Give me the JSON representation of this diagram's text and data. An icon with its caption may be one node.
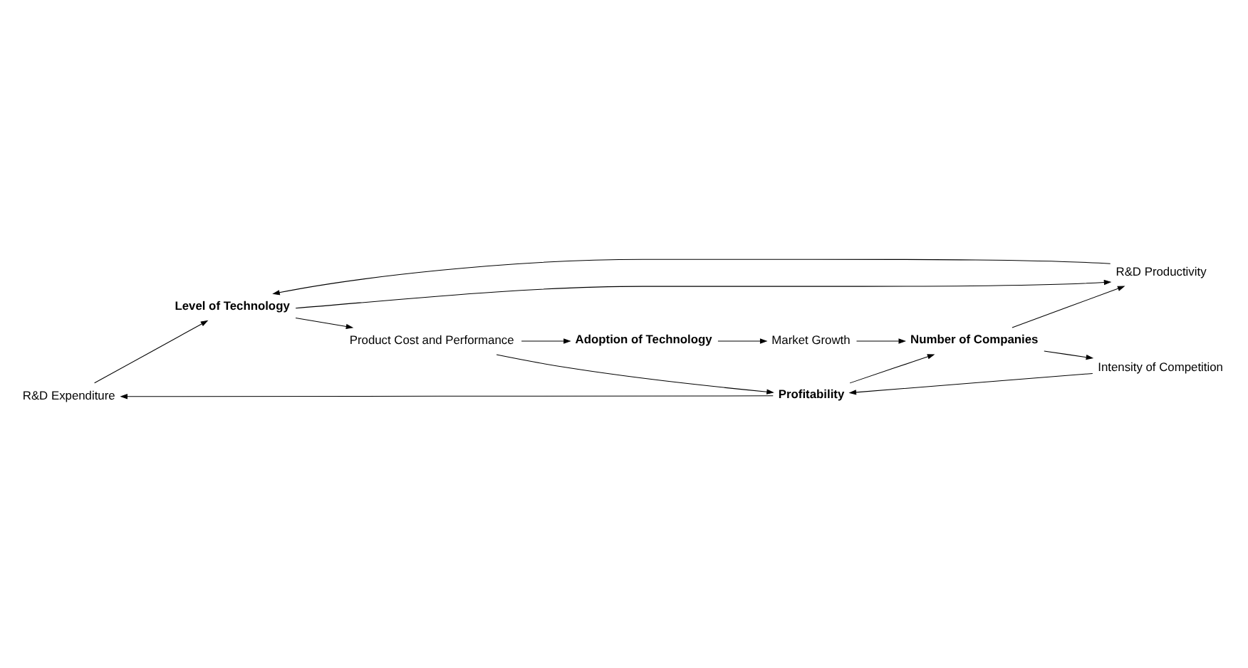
{
  "diagram": {
    "nodes": [
      {
        "text": [
          "R&D Expenditure"
        ]
      },
      {
        "text": [
          "Market Growth"
        ]
      },
      {
        "text": [
          "Number of Companies"
        ]
      },
      {
        "text": [
          "R&D Productivity"
        ]
      },
      {
        "text": [
          "Profitability"
        ]
      },
      {
        "text": [
          "Level of Technology"
        ]
      },
      {
        "text": [
          "Intensity of Competition"
        ]
      },
      {
        "text": [
          "Adoption of Technology"
        ]
      },
      {
        "text": [
          "Product Cost and Performance"
        ]
      }
    ],
    "edges": [
      {
        "from": 1,
        "to": 2,
        "arrow": "to"
      },
      {
        "from": 4,
        "to": 2,
        "arrow": "to"
      },
      {
        "from": 2,
        "to": 3,
        "arrow": "to"
      },
      {
        "from": 2,
        "to": 6,
        "arrow": "to"
      },
      {
        "from": 6,
        "to": 4,
        "arrow": "to"
      },
      {
        "from": 4,
        "to": 0,
        "arrow": "to"
      },
      {
        "from": 0,
        "to": 5,
        "arrow": "to"
      },
      {
        "from": 3,
        "to": 5,
        "arrow": "to"
      },
      {
        "from": 5,
        "to": 3,
        "arrow": "to"
      },
      {
        "from": 5,
        "to": 8,
        "arrow": "to"
      },
      {
        "from": 8,
        "to": 4,
        "arrow": "to"
      },
      {
        "from": 8,
        "to": 7,
        "arrow": "to"
      },
      {
        "from": 7,
        "to": 1,
        "arrow": "to"
      }
    ]
  }
}
